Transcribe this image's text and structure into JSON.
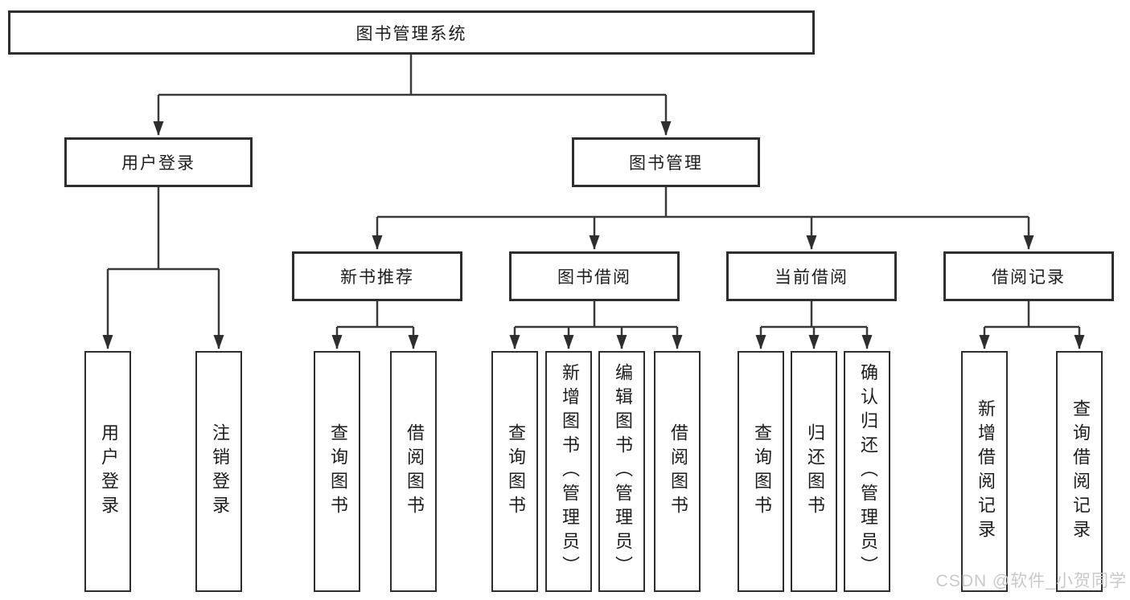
{
  "diagram": {
    "root": "图书管理系统",
    "level2": [
      "用户登录",
      "图书管理"
    ],
    "level3": [
      "新书推荐",
      "图书借阅",
      "当前借阅",
      "借阅记录"
    ],
    "leaves_user_login": [
      "用户登录",
      "注销登录"
    ],
    "leaves_new_books": [
      "查询图书",
      "借阅图书"
    ],
    "leaves_book_borrow": [
      "查询图书",
      "新增图书（管理员）",
      "编辑图书（管理员）",
      "借阅图书"
    ],
    "leaves_current_borrow": [
      "查询图书",
      "归还图书",
      "确认归还（管理员）"
    ],
    "leaves_borrow_record": [
      "新增借阅记录",
      "查询借阅记录"
    ]
  },
  "watermark": "CSDN @软件_小贺同学",
  "colors": {
    "line": "#3a3a3a",
    "arrow": "#2e2e2e",
    "border": "#2e2e2e",
    "text": "#1d1d1d",
    "watermark": "#c9c9c9",
    "background": "#ffffff"
  }
}
